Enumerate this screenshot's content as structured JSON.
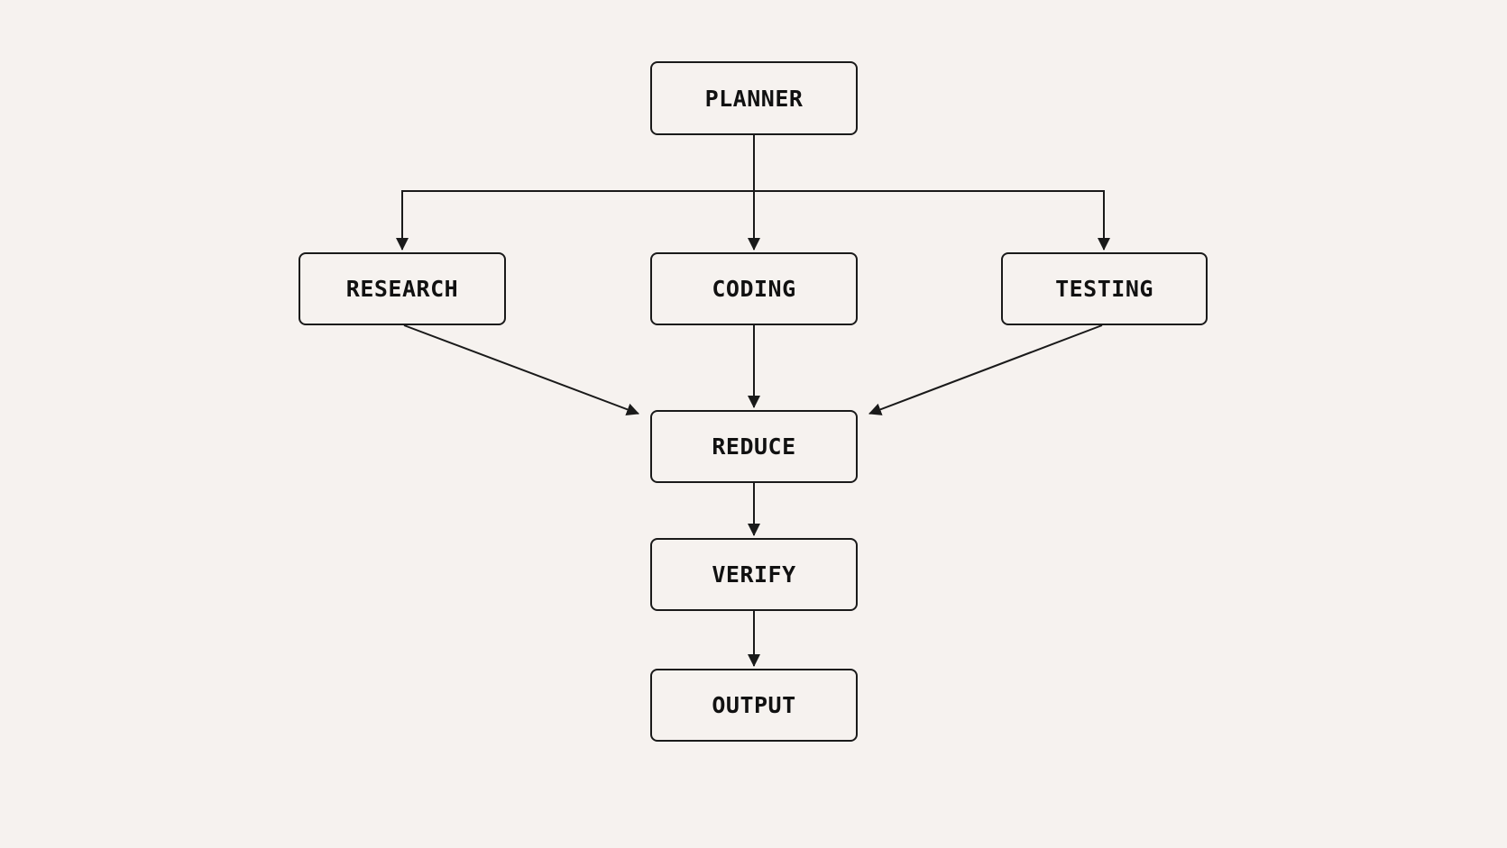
{
  "colors": {
    "background": "#f6f2ef",
    "stroke": "#1a1a1a",
    "text": "#111111"
  },
  "nodes": {
    "planner": {
      "label": "PLANNER"
    },
    "research": {
      "label": "RESEARCH"
    },
    "coding": {
      "label": "CODING"
    },
    "testing": {
      "label": "TESTING"
    },
    "reduce": {
      "label": "REDUCE"
    },
    "verify": {
      "label": "VERIFY"
    },
    "output": {
      "label": "OUTPUT"
    }
  },
  "edges": [
    {
      "from": "planner",
      "to": "research"
    },
    {
      "from": "planner",
      "to": "coding"
    },
    {
      "from": "planner",
      "to": "testing"
    },
    {
      "from": "research",
      "to": "reduce"
    },
    {
      "from": "coding",
      "to": "reduce"
    },
    {
      "from": "testing",
      "to": "reduce"
    },
    {
      "from": "reduce",
      "to": "verify"
    },
    {
      "from": "verify",
      "to": "output"
    }
  ]
}
